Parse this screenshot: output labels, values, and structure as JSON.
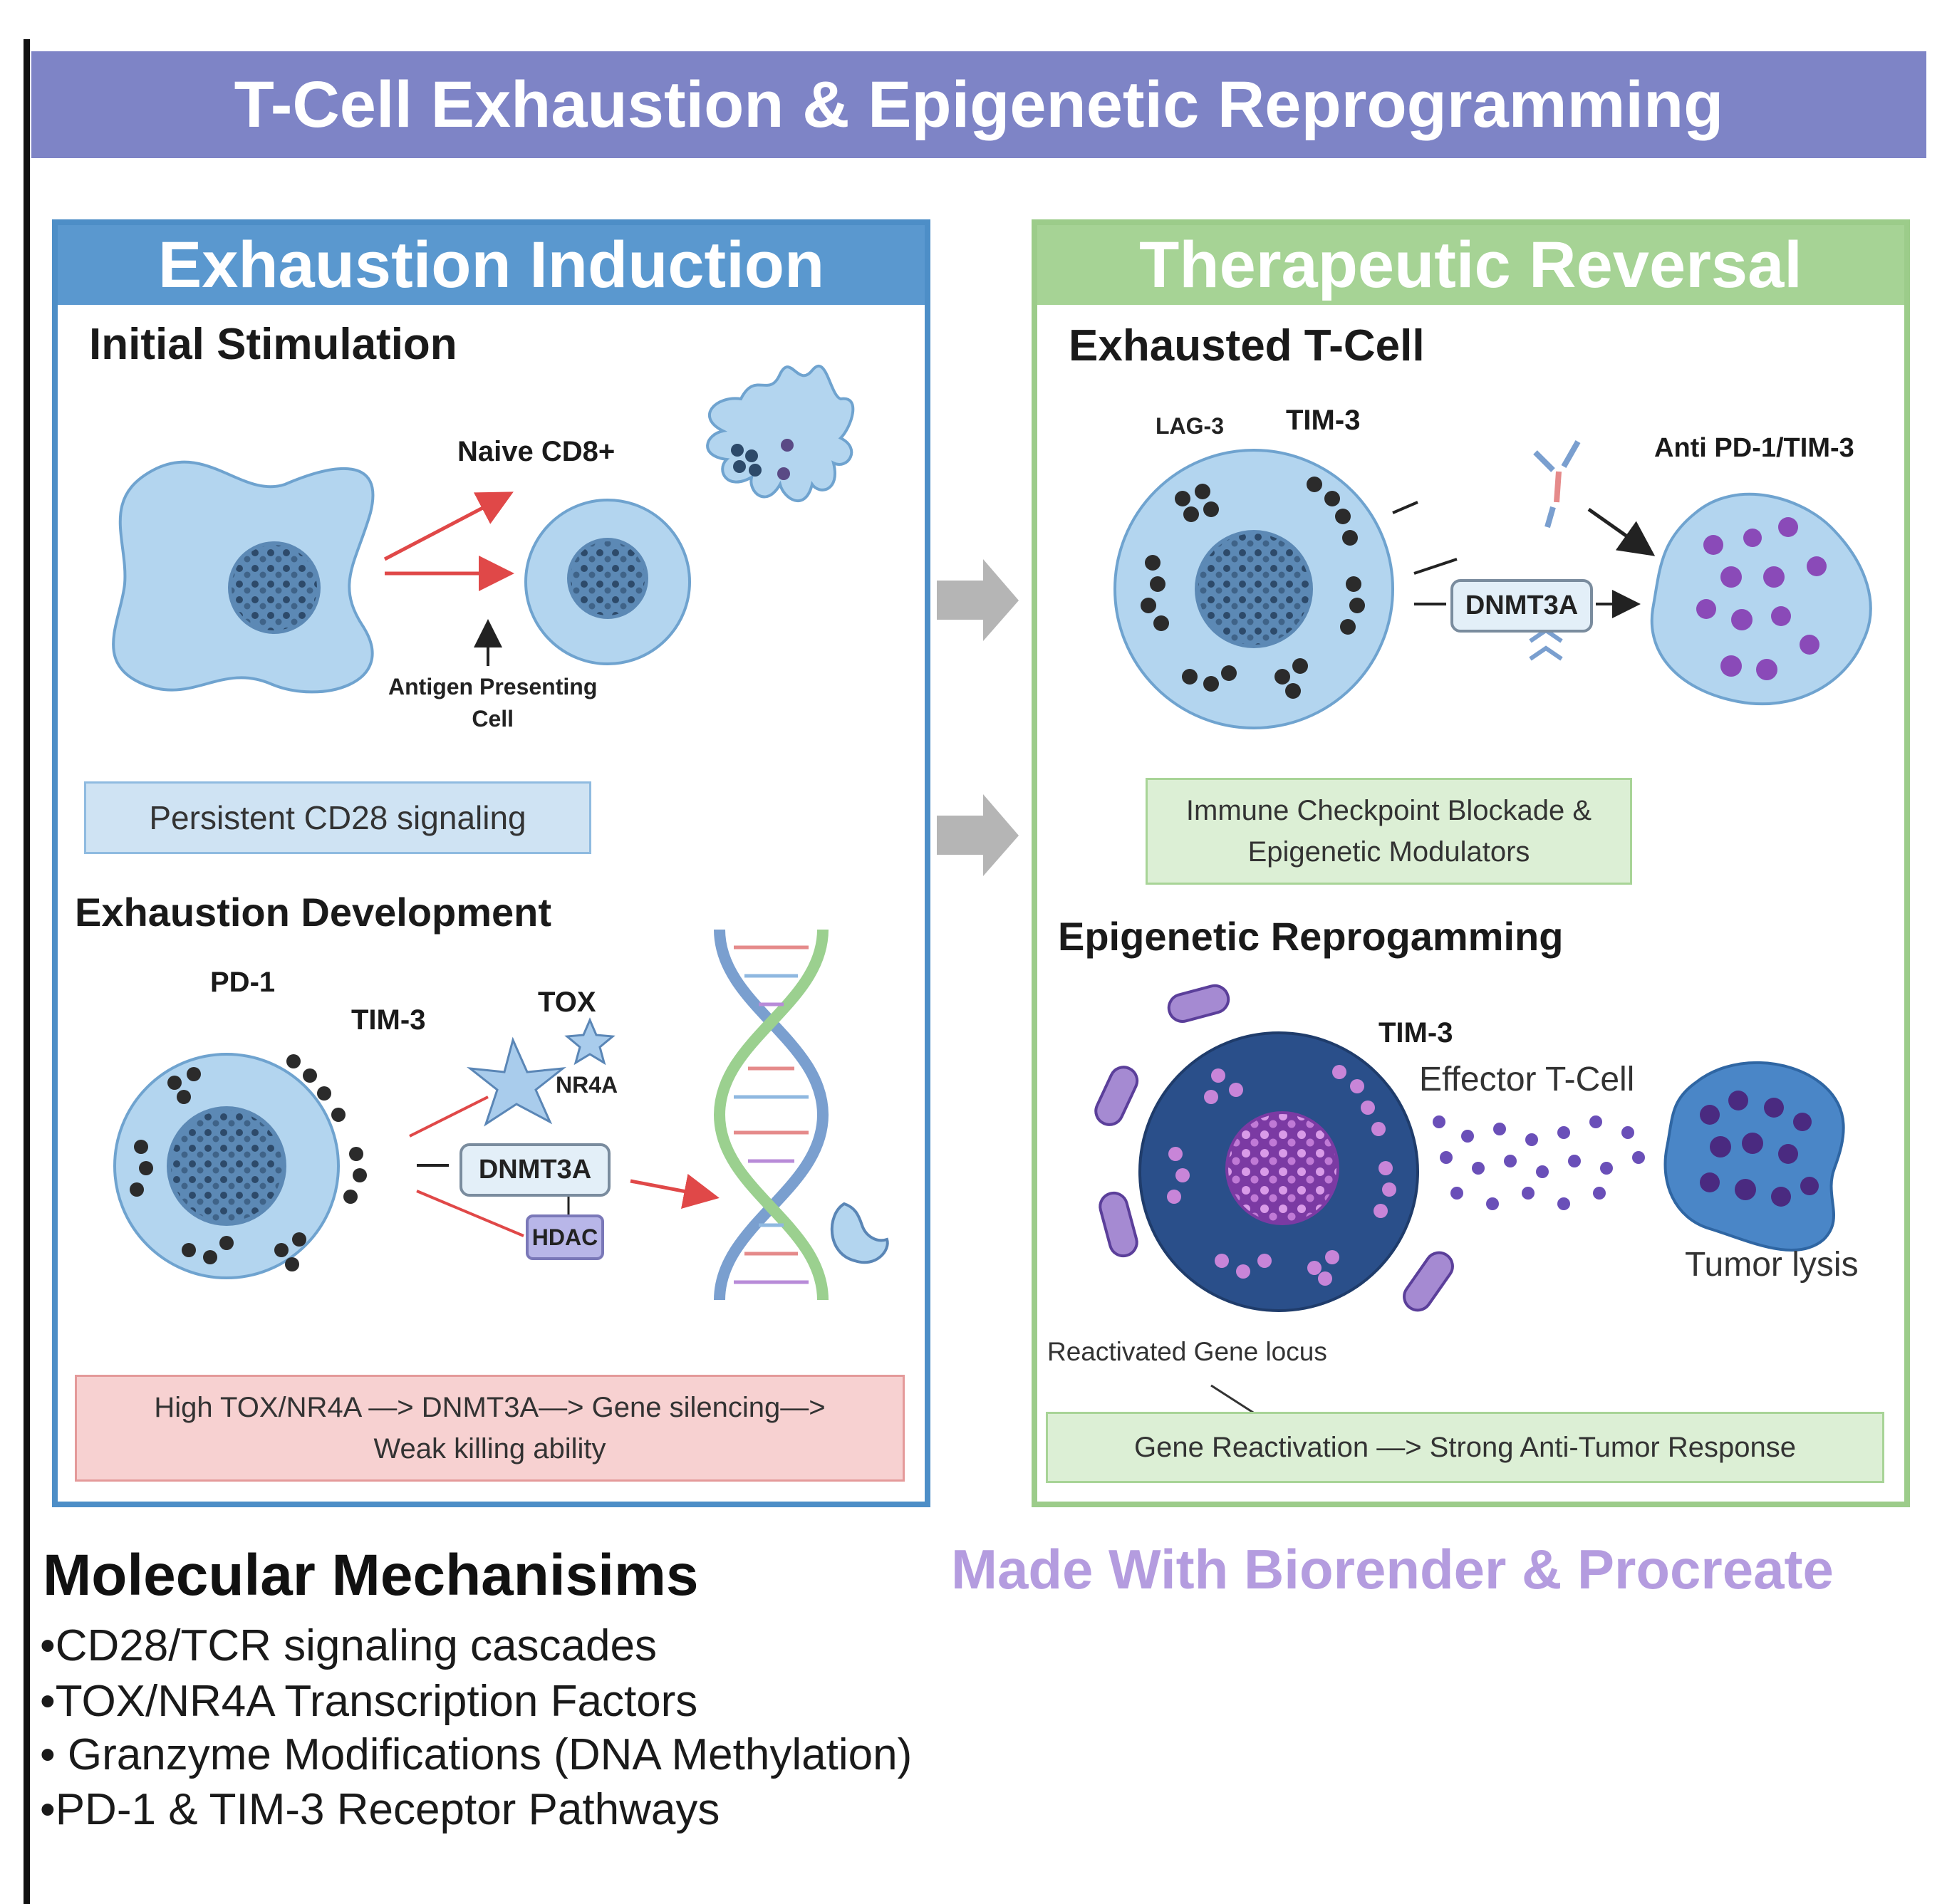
{
  "title": "T-Cell Exhaustion & Epigenetic Reprogramming",
  "left_panel": {
    "heading": "Exhaustion Induction",
    "stimulation": {
      "title": "Initial Stimulation",
      "naive_label": "Naive CD8+",
      "apc_label": "Antigen Presenting\nCell",
      "signal_box": "Persistent CD28 signaling"
    },
    "development": {
      "title": "Exhaustion Development",
      "pd1_label": "PD-1",
      "tim3_label": "TIM-3",
      "tox_label": "TOX",
      "nr4a_label": "NR4A",
      "dnmt3a_label": "DNMT3A",
      "hdac_label": "HDAC",
      "result_box": "High TOX/NR4A —> DNMT3A—> Gene silencing—>\nWeak killing ability"
    }
  },
  "right_panel": {
    "heading": "Therapeutic Reversal",
    "exhausted": {
      "title": "Exhausted T-Cell",
      "lag3_label": "LAG-3",
      "tim3_label": "TIM-3",
      "anti_label": "Anti PD-1/TIM-3",
      "dnmt3a_label": "DNMT3A",
      "treatment_box": "Immune Checkpoint Blockade &\nEpigenetic Modulators"
    },
    "reprogramming": {
      "title": "Epigenetic Reprogamming",
      "tim3_label": "TIM-3",
      "effector_label": "Effector T-Cell",
      "tumor_label": "Tumor lysis",
      "locus_label": "Reactivated Gene locus",
      "result_box": "Gene Reactivation —> Strong Anti-Tumor Response"
    }
  },
  "mechanisms": {
    "title": "Molecular Mechanisims",
    "items": [
      "•CD28/TCR signaling cascades",
      "•TOX/NR4A Transcription Factors",
      "• Granzyme Modifications (DNA Methylation)",
      "•PD-1 & TIM-3 Receptor Pathways"
    ]
  },
  "credit": "Made With Biorender & Procreate",
  "colors": {
    "title_bar": "#7e84c6",
    "left_accent": "#5a98cf",
    "right_accent": "#a6d395",
    "cell_fill": "#b3d5ef",
    "arrow_red": "#e04848",
    "credit": "#b49cdf"
  }
}
